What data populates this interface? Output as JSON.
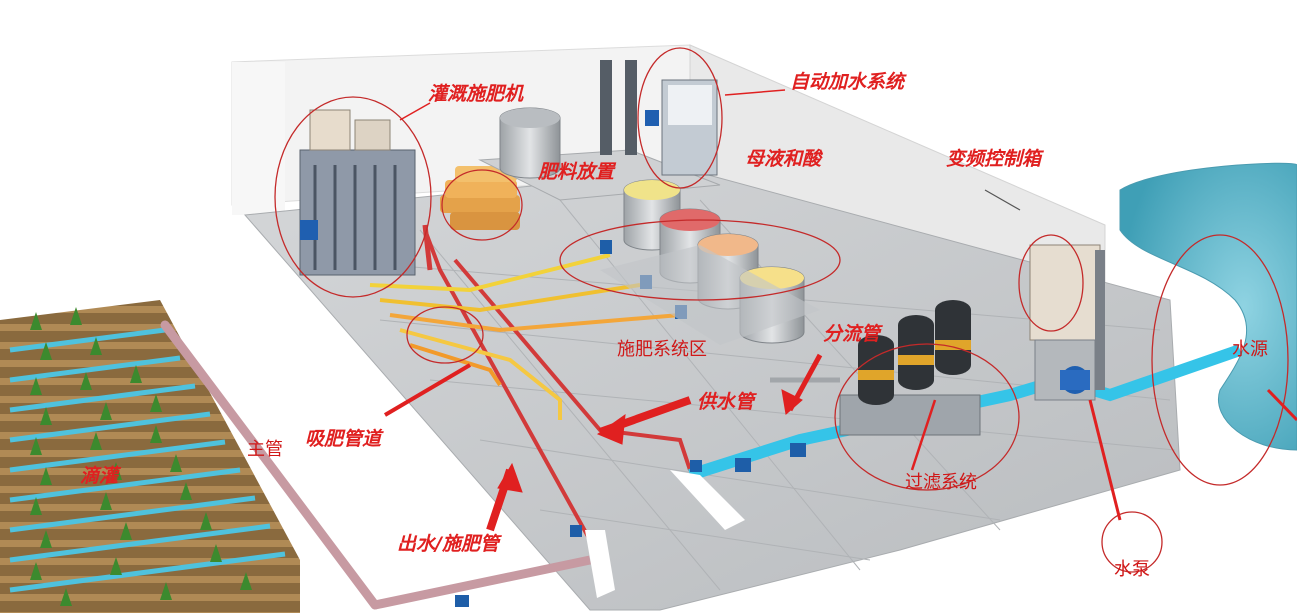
{
  "labels": {
    "fertigation_machine": "灌溉施肥机",
    "auto_water_system": "自动加水系统",
    "fertilizer_storage": "肥料放置",
    "mother_liquor_acid": "母液和酸",
    "vfd_control_box": "变频控制箱",
    "fertilizing_system_area": "施肥系统区",
    "manifold": "分流管",
    "water_supply_pipe": "供水管",
    "suction_pipe": "吸肥管道",
    "main_pipe": "主管",
    "drip_irrigation": "滴灌",
    "outlet_pipe": "出水/施肥管",
    "filter_system": "过滤系统",
    "water_source": "水源",
    "water_pump": "水泵"
  },
  "colors": {
    "annotation": "#e02020",
    "water_pool": "#5bb6c9",
    "blue_pipe": "#35c4e8",
    "floor": "#c9cccf"
  }
}
